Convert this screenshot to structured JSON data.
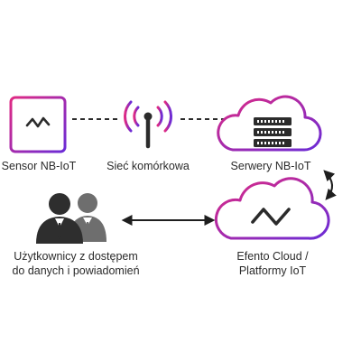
{
  "nodes": {
    "sensor": {
      "label": "Sensor NB-IoT"
    },
    "network": {
      "label": "Sieć komórkowa"
    },
    "servers": {
      "label": "Serwery NB-IoT"
    },
    "cloud": {
      "label_line1": "Efento Cloud /",
      "label_line2": "Platformy IoT"
    },
    "users": {
      "label_line1": "Użytkownicy z dostępem",
      "label_line2": "do danych i powiadomień"
    }
  },
  "colors": {
    "gradient_start": "#e02a83",
    "gradient_end": "#6a2bd6",
    "dark": "#2b2b2b",
    "user_front": "#2e2e2e",
    "user_back": "#6e6e6e"
  }
}
